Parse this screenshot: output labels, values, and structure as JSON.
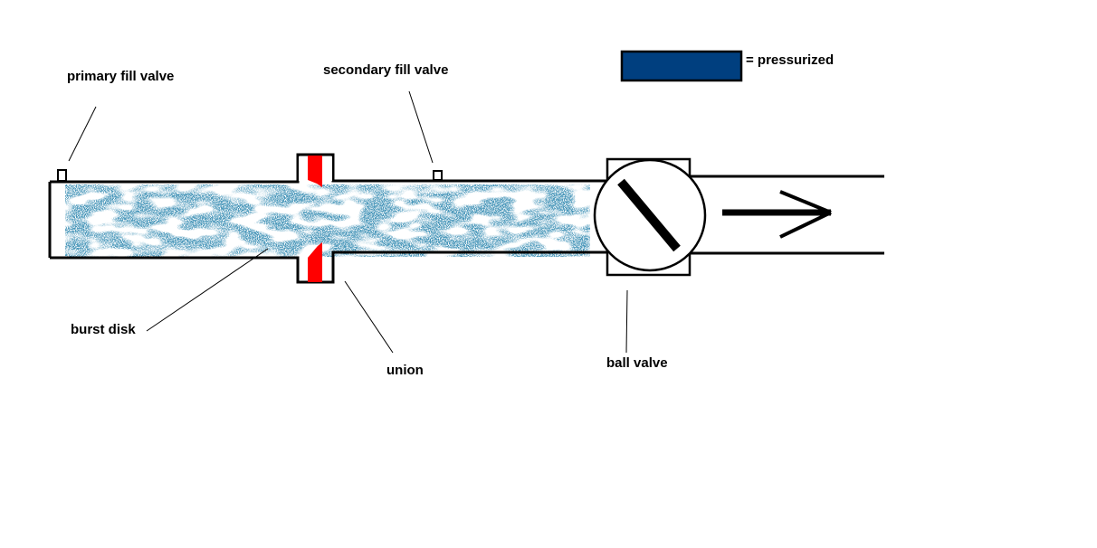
{
  "title": "Pressurized pipe system diagram",
  "legend": {
    "label": "= pressurized",
    "swatch_color": "#003f7f"
  },
  "colors": {
    "pressurized": "#0f4c7a",
    "burst_disk": "#ff0000",
    "outline": "#000000"
  },
  "labels": {
    "primary_fill_valve": "primary fill valve",
    "secondary_fill_valve": "secondary fill valve",
    "burst_disk": "burst disk",
    "union": "union",
    "ball_valve": "ball valve"
  },
  "flow_direction": "right"
}
